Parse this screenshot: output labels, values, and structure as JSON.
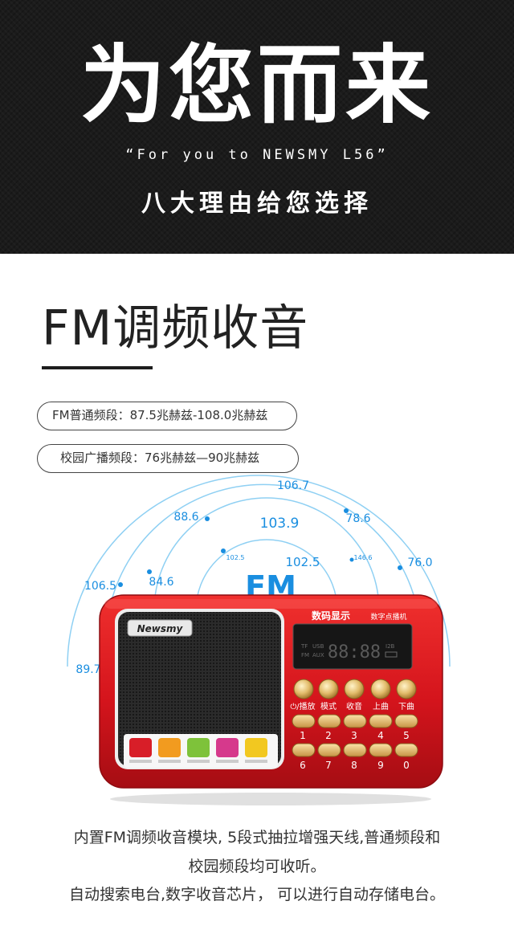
{
  "banner": {
    "title": "为您而来",
    "subtitle": "“For you to NEWSMY L56”",
    "tagline": "八大理由给您选择"
  },
  "section": {
    "title": "FM调频收音",
    "bands": [
      "FM普通频段：87.5兆赫兹-108.0兆赫兹",
      "校园广播频段：76兆赫兹—90兆赫兹"
    ]
  },
  "illustration": {
    "fm_label": "FM",
    "frequencies": {
      "f1": "106.7",
      "f2": "88.6",
      "f3": "78.6",
      "f4": "103.9",
      "f5": "102.5",
      "f6": "146.6",
      "f7": "102.5",
      "f8": "76.0",
      "f9": "106.5",
      "f10": "84.6",
      "f11": "89.7"
    },
    "accent_color": "#1a8ee0",
    "radio": {
      "brand": "Newsmy",
      "display_title": "数码显示",
      "display_subtitle": "数字点播机",
      "lcd_tf": "TF",
      "lcd_usb": "USB",
      "lcd_fm": "FM",
      "lcd_aux": "AUX",
      "lcd_digits": "88:88",
      "lcd_battery": "I2B",
      "function_labels": [
        "⏻/播放",
        "模式",
        "收音",
        "上曲",
        "下曲"
      ],
      "number_row1": [
        "1",
        "2",
        "3",
        "4",
        "5"
      ],
      "number_row2": [
        "6",
        "7",
        "8",
        "9",
        "0"
      ],
      "feature_icons": [
        "music-card",
        "tf-card",
        "digital-tuning",
        "fm-radio",
        "recording"
      ],
      "body_color": "#d6141c"
    }
  },
  "description": {
    "line1": "内置FM调频收音模块, 5段式抽拉增强天线,普通频段和",
    "line2": "校园频段均可收听。",
    "line3": "自动搜索电台,数字收音芯片， 可以进行自动存储电台。"
  }
}
